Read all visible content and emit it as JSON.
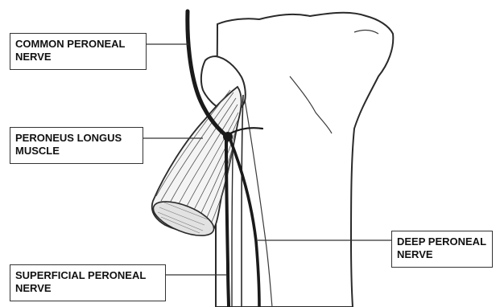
{
  "labels": {
    "common_peroneal_nerve": {
      "line1": "COMMON PERONEAL",
      "line2": "NERVE"
    },
    "peroneus_longus_muscle": {
      "line1": "PERONEUS LONGUS",
      "line2": "MUSCLE"
    },
    "superficial_peroneal_nerve": {
      "line1": "SUPERFICIAL PERONEAL",
      "line2": "NERVE"
    },
    "deep_peroneal_nerve": {
      "line1": "DEEP PERONEAL",
      "line2": "NERVE"
    }
  },
  "colors": {
    "nerve": "#1a1a1a",
    "outline": "#2a2a2a",
    "bone_fill": "#ffffff",
    "label_border": "#333333"
  }
}
